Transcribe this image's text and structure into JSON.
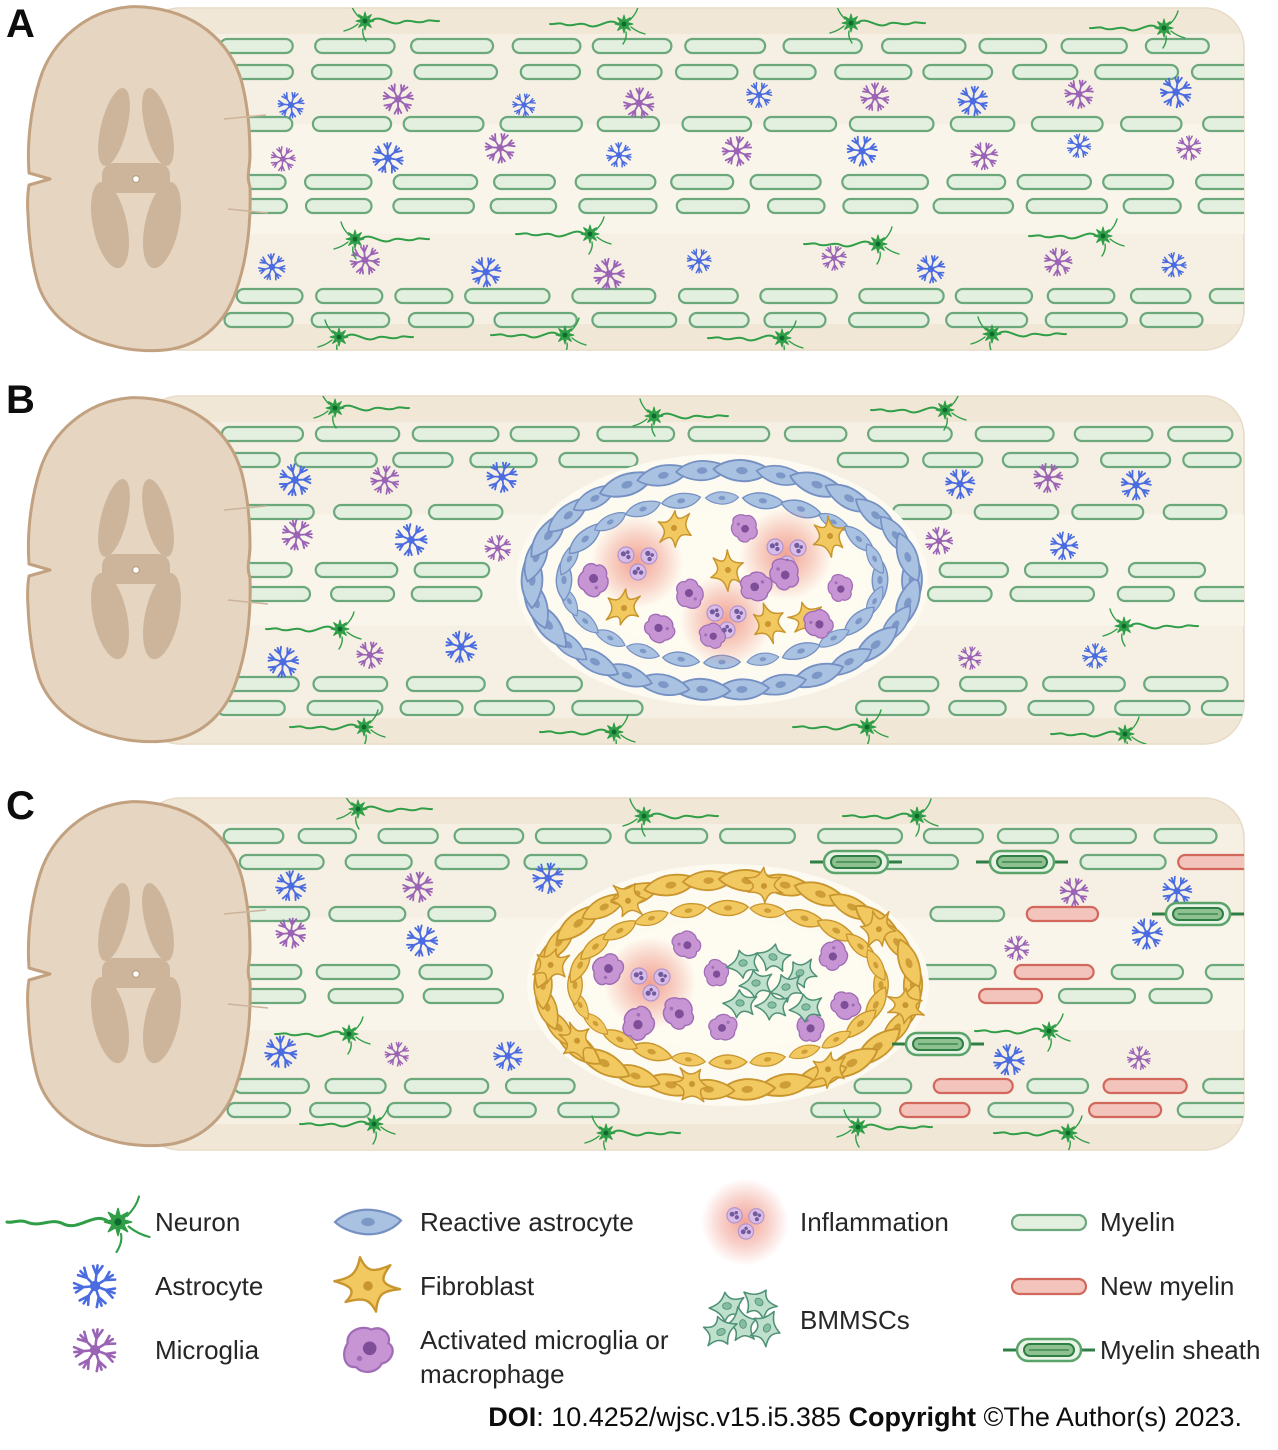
{
  "figure": {
    "title_hidden": "",
    "panels": [
      {
        "label": "A",
        "state": "healthy-spinal-cord"
      },
      {
        "label": "B",
        "state": "injured-spinal-cord",
        "lesion": {
          "border": "reactive-astrocyte",
          "contains": [
            "inflammation",
            "fibroblast",
            "activated-microglia"
          ]
        }
      },
      {
        "label": "C",
        "state": "treated-spinal-cord",
        "lesion": {
          "border": "fibroblast",
          "contains": [
            "inflammation",
            "bmmscs",
            "activated-microglia"
          ]
        },
        "extras": [
          "new-myelin",
          "myelin-sheath"
        ]
      }
    ]
  },
  "legend": {
    "items": [
      {
        "icon": "neuron-icon",
        "label": "Neuron"
      },
      {
        "icon": "astrocyte-icon",
        "label": "Astrocyte"
      },
      {
        "icon": "microglia-icon",
        "label": "Microglia"
      },
      {
        "icon": "reactive-astrocyte-icon",
        "label": "Reactive astrocyte"
      },
      {
        "icon": "fibroblast-icon",
        "label": "Fibroblast"
      },
      {
        "icon": "activated-microglia-icon",
        "label": "Activated microglia or macrophage"
      },
      {
        "icon": "inflammation-icon",
        "label": "Inflammation"
      },
      {
        "icon": "bmmscs-icon",
        "label": "BMMSCs"
      },
      {
        "icon": "myelin-icon",
        "label": "Myelin"
      },
      {
        "icon": "new-myelin-icon",
        "label": "New myelin"
      },
      {
        "icon": "myelin-sheath-icon",
        "label": "Myelin sheath"
      }
    ]
  },
  "footer": {
    "doi_label": "DOI",
    "doi_text": ": 10.4252/wjsc.v15.i5.385 ",
    "copyright_label": "Copyright",
    "copyright_text": " ©The Author(s) 2023."
  },
  "colors": {
    "body_fill": "#f6efe3",
    "body_edge": "#e6dac4",
    "body_band": "#ece0cc",
    "body_highlight": "#fbf6ec",
    "cord_outer": "#e6d5c1",
    "cord_gray": "#cdb59b",
    "cord_stroke": "#c2a180",
    "myelin": "#e3efdf",
    "myelin_dark": "#6ba87c",
    "new_myelin": "#f3c4bc",
    "new_myelin_dark": "#d2685c",
    "neuron": "#2f9e47",
    "neuron_nucleus": "#0e6b2f",
    "astrocyte": "#4a6ce0",
    "microglia": "#9a63b5",
    "reactive_astrocyte": "#a9c2e2",
    "reactive_astrocyte_dark": "#7590c2",
    "fibroblast": "#f2c860",
    "fibroblast_dark": "#c8952e",
    "activated_microglia": "#c795d4",
    "activated_microglia_dark": "#a06cb5",
    "activated_microglia_nucleus": "#7e4f98",
    "inflammation": "#ef8d7d",
    "immune_cell": "#d9bce8",
    "immune_cell_edge": "#b193cd",
    "immune_nucleus": "#6f5b9e",
    "bmmsc": "#bfe0cd",
    "bmmsc_dark": "#4f9176",
    "bmmsc_nucleus": "#84bda1",
    "sheath_mid": "#5aa46a",
    "sheath_dark": "#2f7f44",
    "sheath_fill": "#8ec18f",
    "lesion_bg": "#fdfaf0"
  }
}
